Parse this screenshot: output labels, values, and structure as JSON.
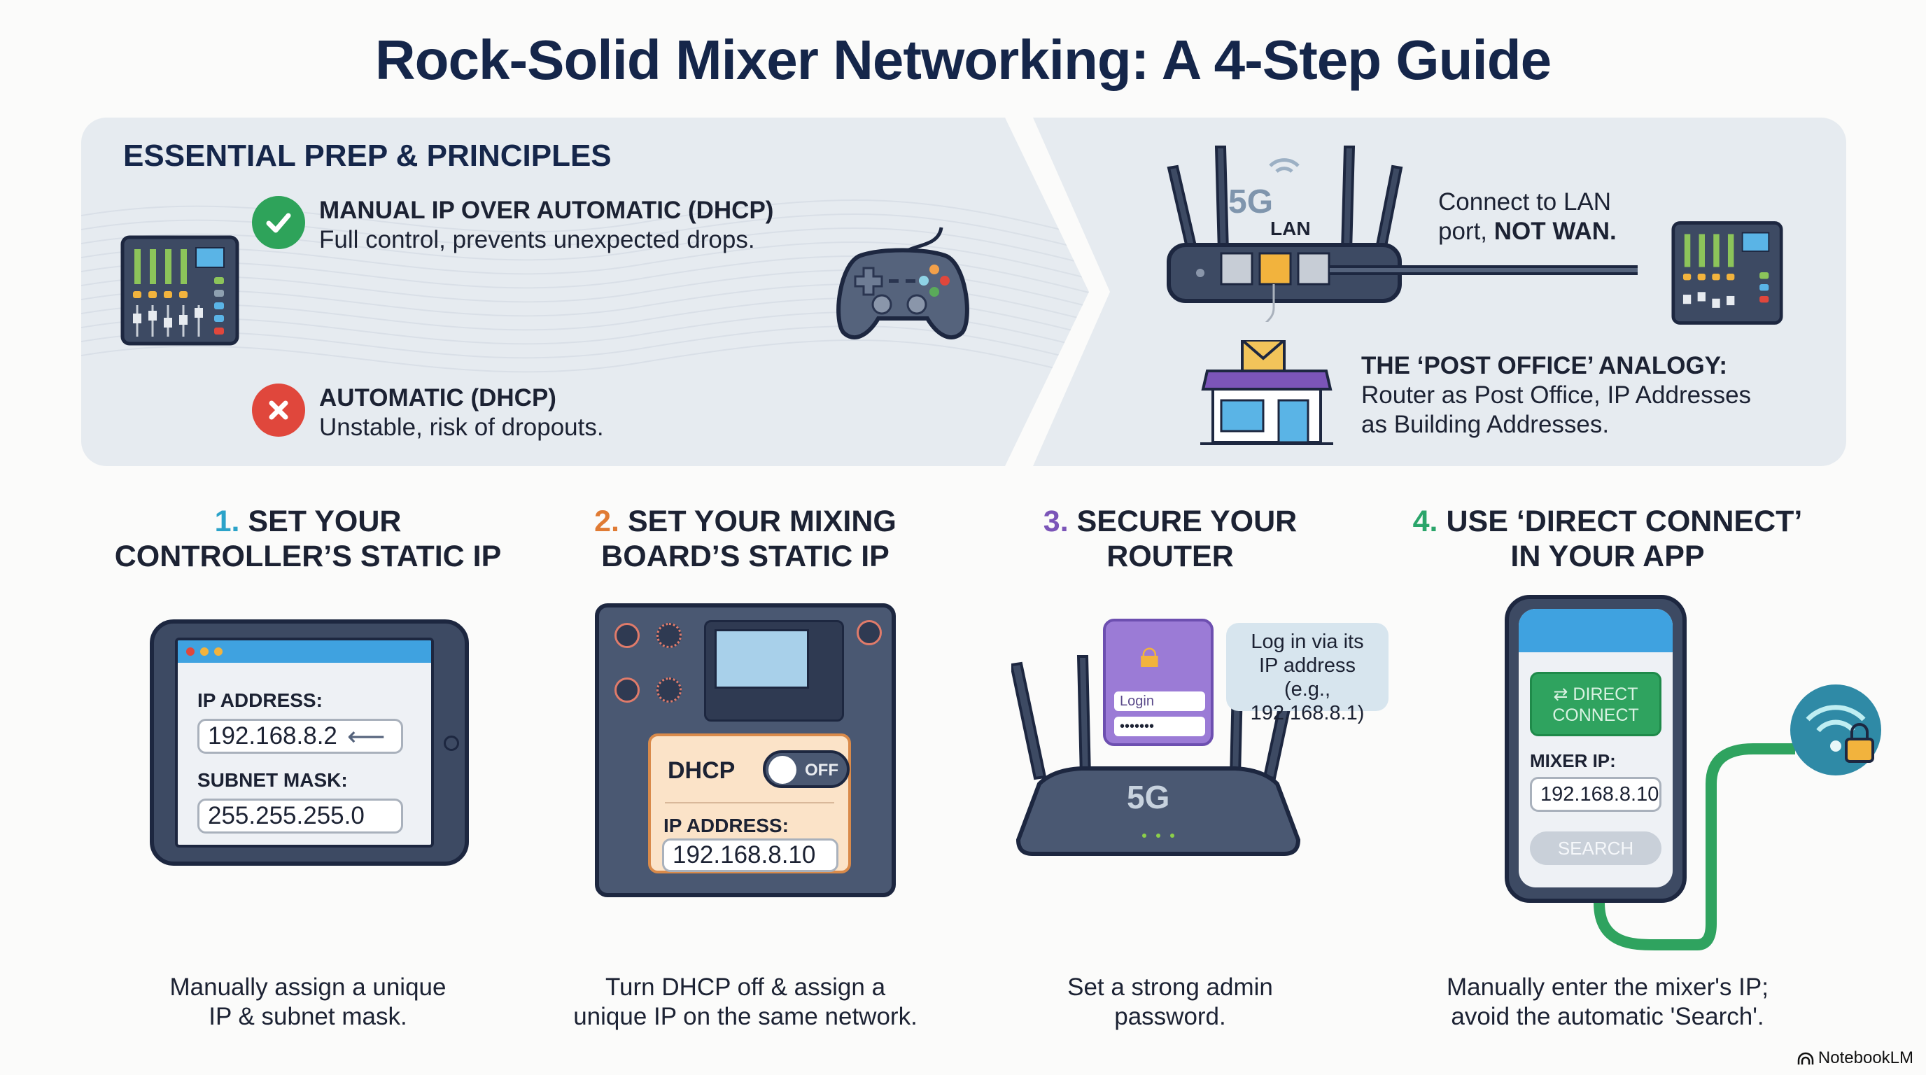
{
  "title": "Rock-Solid Mixer Networking: A 4-Step Guide",
  "prep": {
    "heading": "ESSENTIAL PREP & PRINCIPLES",
    "principles": [
      {
        "status": "good",
        "icon": "check-icon",
        "title": "MANUAL IP OVER AUTOMATIC (DHCP)",
        "desc": "Full control, prevents unexpected drops."
      },
      {
        "status": "bad",
        "icon": "x-icon",
        "title": "AUTOMATIC (DHCP)",
        "desc": "Unstable, risk of dropouts."
      }
    ]
  },
  "router_panel": {
    "wifi_band": "5G",
    "port_label": "LAN",
    "connect_note_line1": "Connect to LAN",
    "connect_note_line2_prefix": "port, ",
    "connect_note_line2_bold": "NOT WAN.",
    "analogy_title": "THE ‘POST OFFICE’ ANALOGY:",
    "analogy_line1": "Router as Post Office, IP Addresses",
    "analogy_line2": "as Building Addresses."
  },
  "steps": [
    {
      "number": "1.",
      "color": "#2ba3c9",
      "title_line1": "SET YOUR",
      "title_line2": "CONTROLLER’S STATIC IP",
      "ip_label": "IP ADDRESS:",
      "ip_value": "192.168.8.2",
      "mask_label": "SUBNET MASK:",
      "mask_value": "255.255.255.0",
      "desc_line1": "Manually assign a unique",
      "desc_line2": "IP & subnet mask."
    },
    {
      "number": "2.",
      "color": "#e07b34",
      "title_line1": "SET YOUR MIXING",
      "title_line2": "BOARD’S STATIC IP",
      "dhcp_label": "DHCP",
      "dhcp_toggle": "OFF",
      "ip_label": "IP ADDRESS:",
      "ip_value": "192.168.8.10",
      "desc_line1": "Turn DHCP off & assign a",
      "desc_line2": "unique IP on the same network."
    },
    {
      "number": "3.",
      "color": "#7b55b8",
      "title_line1": "SECURE YOUR",
      "title_line2": "ROUTER",
      "login_placeholder": "Login",
      "password_mask": "•••••••",
      "tip_line1": "Log in via its",
      "tip_line2": "IP address",
      "tip_line3": "(e.g., 192.168.8.1)",
      "router_band": "5G",
      "desc_line1": "Set a strong admin",
      "desc_line2": "password."
    },
    {
      "number": "4.",
      "color": "#2aa56a",
      "title_line1": "USE ‘DIRECT CONNECT’",
      "title_line2": "IN YOUR APP",
      "direct_line1": "DIRECT",
      "direct_line2": "CONNECT",
      "mixer_ip_label": "MIXER IP:",
      "mixer_ip_value": "192.168.8.10",
      "search_label": "SEARCH",
      "desc_line1": "Manually enter the mixer's IP;",
      "desc_line2": "avoid the automatic 'Search'."
    }
  ],
  "colors": {
    "navy": "#15264a",
    "device_body": "#3d4a63",
    "good": "#2ea35a",
    "bad": "#e0473c",
    "accent_yellow": "#f2b33d",
    "accent_purple": "#8e6bd0",
    "accent_green": "#2fa35f"
  },
  "brand": "NotebookLM"
}
